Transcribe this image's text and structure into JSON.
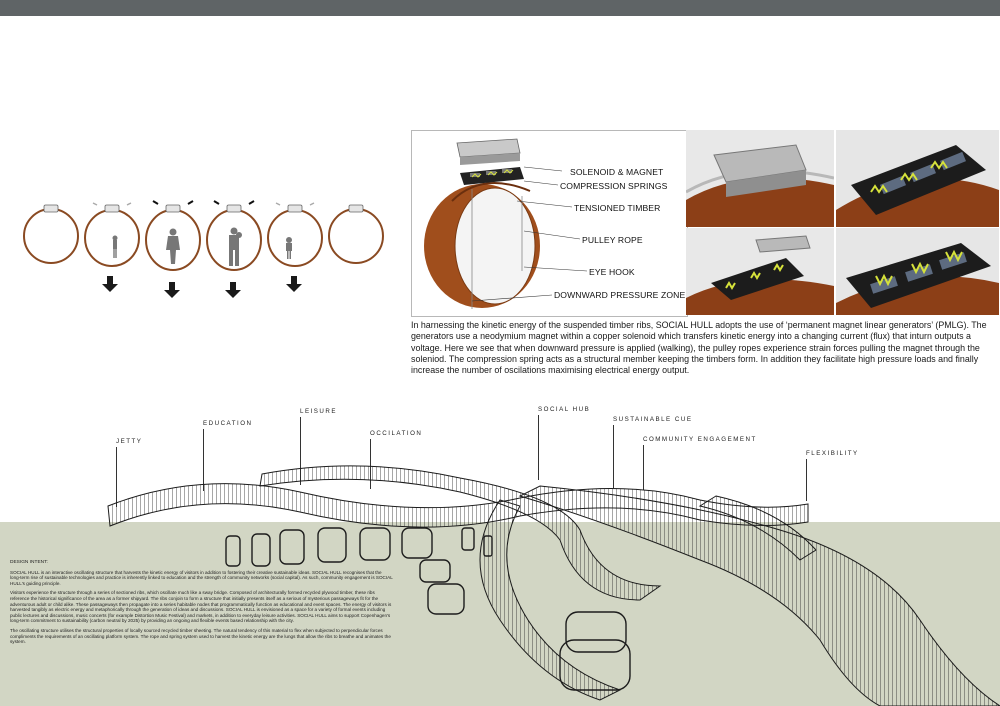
{
  "colors": {
    "topbar": "#5f6466",
    "ground": "#d2d6c4",
    "timber": "#9a4a1c",
    "spring": "#d6e23b"
  },
  "diagram": {
    "callouts": [
      "SOLENOID & MAGNET",
      "COMPRESSION SPRINGS",
      "TENSIONED TIMBER",
      "PULLEY ROPE",
      "EYE HOOK",
      "DOWNWARD PRESSURE ZONE"
    ]
  },
  "description": "In harnessing the kinetic energy of the suspended timber ribs, SOCIAL HULL adopts the use of ‘permanent magnet linear generators’ (PMLG). The generators use a neodymium magnet within a copper solenoid which transfers kinetic energy into a changing current (flux) that inturn outputs a voltage. Here we see that when downward pressure is applied (walking), the pulley ropes experience strain forces pulling the magnet through the soleniod. The compression spring acts as a structural member keeping the timbers form. In addition they facilitate high pressure loads and finally increase the number of oscilations maximising electrical energy output.",
  "labels": {
    "jetty": "JETTY",
    "education": "EDUCATION",
    "leisure": "LEISURE",
    "occilation": "OCCILATION",
    "social_hub": "SOCIAL HUB",
    "sustainable_cue": "SUSTAINABLE CUE",
    "community_engagement": "COMMUNITY ENGAGEMENT",
    "flexibility": "FLEXIBILITY"
  },
  "intent": {
    "heading": "DESIGN INTENT:",
    "p1": "SOCIAL HULL is an interactive oscillating structure that harvests the kinetic energy of visitors in addition to fostering their creative sustainable ideas. SOCIAL HULL recognises that the long-term rise of sustainable technologies and practice is inherently linked to education and the strength of community networks (social capital). As such, community engagement is SOCIAL HULL's guiding principle.",
    "p2": "Visitors experience the structure through a series of sectioned ribs, which oscillate much like a sway bridge. Composed of architecturally formed recycled plywood timber, these ribs reference the historical significance of the area as a former shipyard. The ribs conjoin to form a structure that initially presents itself as a serious of mysterious passageways fit for the adventurous adult or child alike. These passageways then propagate into a series habitable nodes that programmatically function as educational and event spaces. The energy of visitors is harvested tangibly as electric energy and metaphorically through the generation of ideas and discussions. SOCIAL HULL is envisioned as a space for a variety of formal events including public lectures and discussions, music concerts (for example Distortion Music Festival) and markets, in addition to everyday leisure activities. SOCIAL HULL aims to support Copenhagen's long-term commitment to sustainability (carbon neutral by 2025) by providing an ongoing and flexible events based relationship with the city.",
    "p3": "The oscillating structure utilises the structural properties of locally sourced recycled timber sheeting. The natural tendency of this material to flex when subjected to perpendicular forces compliments the requirements of an oscillating platform system. The rope and spring system used to harvest the kinetic energy are the lungs that allow the ribs to breathe and animates the system."
  }
}
